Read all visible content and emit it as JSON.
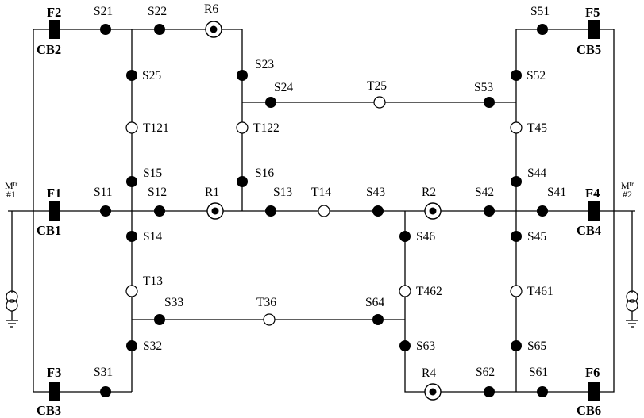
{
  "switches": {
    "S21": "S21",
    "S22": "S22",
    "S23": "S23",
    "S24": "S24",
    "S25": "S25",
    "S51": "S51",
    "S52": "S52",
    "S53": "S53",
    "S11": "S11",
    "S12": "S12",
    "S13": "S13",
    "S14": "S14",
    "S15": "S15",
    "S16": "S16",
    "S41": "S41",
    "S42": "S42",
    "S43": "S43",
    "S44": "S44",
    "S45": "S45",
    "S46": "S46",
    "S31": "S31",
    "S32": "S32",
    "S33": "S33",
    "S61": "S61",
    "S62": "S62",
    "S63": "S63",
    "S64": "S64",
    "S65": "S65"
  },
  "ties": {
    "T25": "T25",
    "T121": "T121",
    "T122": "T122",
    "T45": "T45",
    "T14": "T14",
    "T13": "T13",
    "T36": "T36",
    "T462": "T462",
    "T461": "T461"
  },
  "reclosers": {
    "R1": "R1",
    "R2": "R2",
    "R4": "R4",
    "R6": "R6"
  },
  "feeders": {
    "F1": "F1",
    "F2": "F2",
    "F3": "F3",
    "F4": "F4",
    "F5": "F5",
    "F6": "F6"
  },
  "breakers": {
    "CB1": "CB1",
    "CB2": "CB2",
    "CB3": "CB3",
    "CB4": "CB4",
    "CB5": "CB5",
    "CB6": "CB6"
  },
  "transformers": {
    "tr1": {
      "main": "M",
      "sub": "tr",
      "num": "#1"
    },
    "tr2": {
      "main": "M",
      "sub": "tr",
      "num": "#2"
    }
  }
}
